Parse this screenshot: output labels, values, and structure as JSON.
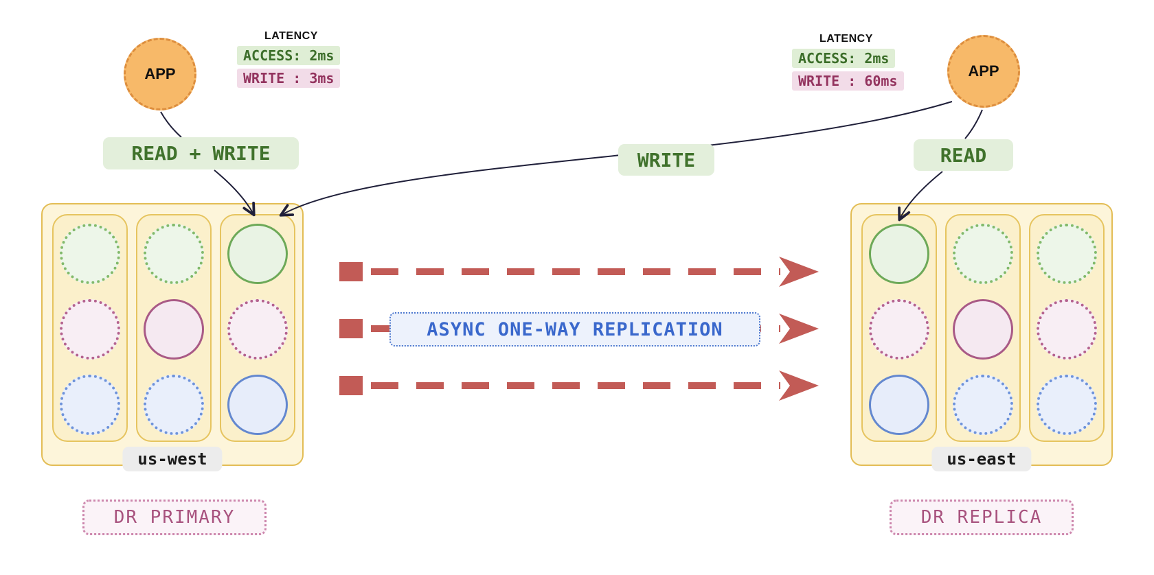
{
  "west": {
    "app_label": "APP",
    "latency": {
      "title": "LATENCY",
      "access": "ACCESS: 2ms",
      "write": "WRITE : 3ms"
    },
    "action_label": "READ + WRITE",
    "region_label": "us-west",
    "role_label": "DR PRIMARY",
    "columns": [
      [
        "green-dotted",
        "pink-dotted",
        "blue-dotted"
      ],
      [
        "green-dotted",
        "pink-solid",
        "blue-dotted"
      ],
      [
        "green-solid",
        "pink-dotted",
        "blue-solid"
      ]
    ]
  },
  "east": {
    "app_label": "APP",
    "latency": {
      "title": "LATENCY",
      "access": "ACCESS: 2ms",
      "write": "WRITE : 60ms"
    },
    "action_label": "READ",
    "region_label": "us-east",
    "role_label": "DR REPLICA",
    "columns": [
      [
        "green-solid",
        "pink-dotted",
        "blue-solid"
      ],
      [
        "green-dotted",
        "pink-solid",
        "blue-dotted"
      ],
      [
        "green-dotted",
        "pink-dotted",
        "blue-dotted"
      ]
    ]
  },
  "center": {
    "write_label": "WRITE",
    "replication_label": "ASYNC ONE-WAY REPLICATION"
  },
  "colors": {
    "replication_red": "#c25b56",
    "cluster_border": "#e3bd55",
    "cluster_fill": "#fdf5da",
    "column_fill": "#fbf0cb",
    "green_accent": "#6da958",
    "pink_accent": "#a95a86",
    "blue_accent": "#6488cf",
    "app_fill": "#f7b969",
    "app_border": "#dd8e3e",
    "green_label_bg": "#e3efdb",
    "green_label_text": "#40722c",
    "latency_write_bg": "#f2dce8",
    "latency_write_text": "#93335e",
    "role_badge_text": "#a8527e",
    "replication_label_text": "#3a68cc"
  }
}
